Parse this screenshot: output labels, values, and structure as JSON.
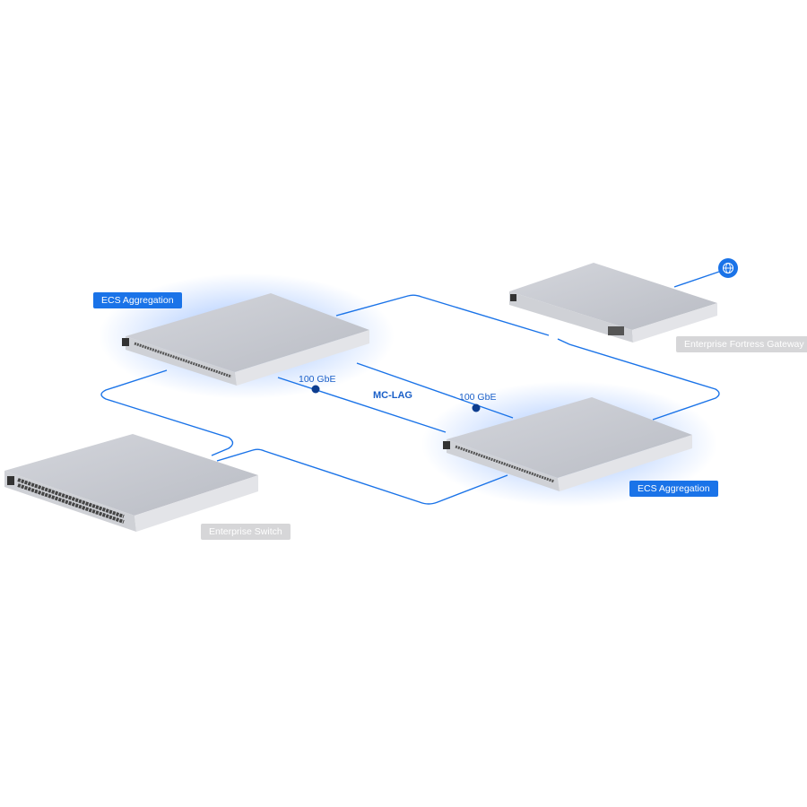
{
  "devices": {
    "ecs_top": "ECS Aggregation",
    "ecs_bottom": "ECS Aggregation",
    "gateway": "Enterprise Fortress Gateway",
    "switch": "Enterprise Switch"
  },
  "links": {
    "speed_left": "100 GbE",
    "speed_right": "100 GbE",
    "mclag": "MC-LAG"
  },
  "icons": {
    "internet": "globe-icon"
  },
  "colors": {
    "link": "#1a73e8",
    "label_bg": "#1a73e8",
    "inactive_label": "#d6d6d8"
  }
}
